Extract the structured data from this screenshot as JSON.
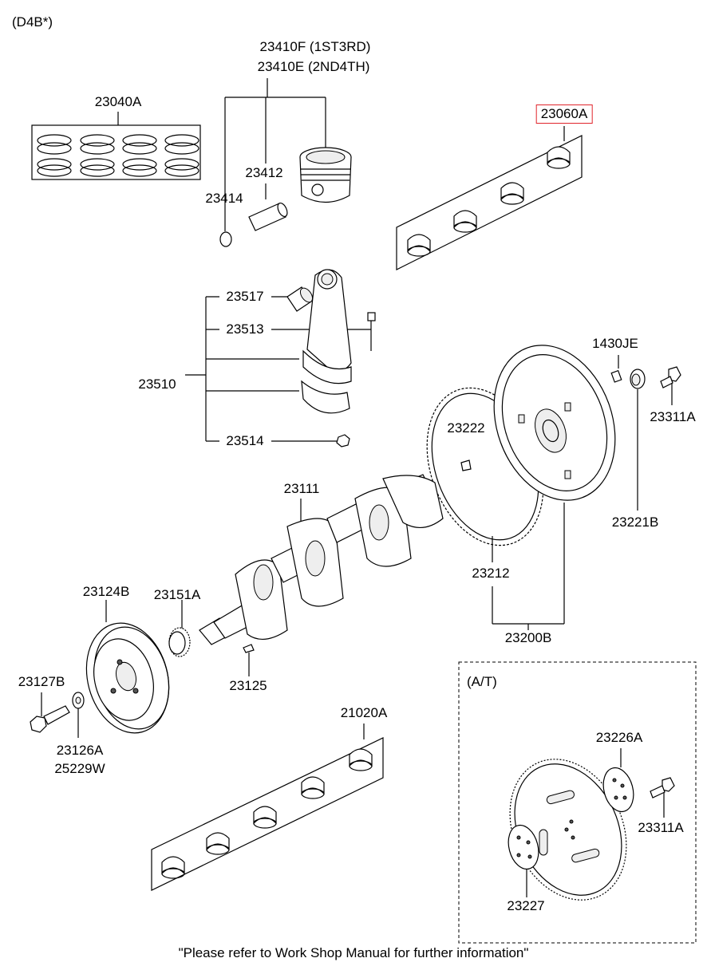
{
  "header": {
    "variant": "(D4B*)"
  },
  "labels": {
    "piston_a": "23410F (1ST3RD)",
    "piston_b": "23410E (2ND4TH)",
    "rings": "23040A",
    "main_bearing_upper": "23060A",
    "pin": "23412",
    "snap_ring": "23414",
    "rod_bushing": "23517",
    "rod_bolt": "23513",
    "rod_assy": "23510",
    "rod_nut": "23514",
    "pilot": "1430JE",
    "flywheel_bolt": "23311A",
    "dowel": "23222",
    "bush": "23221B",
    "crankshaft": "23111",
    "ring_gear": "23212",
    "flywheel_assy": "23200B",
    "pulley": "23124B",
    "sprocket": "23151A",
    "pulley_bolt": "23127B",
    "key": "23125",
    "washer_a": "23126A",
    "washer_b": "25229W",
    "main_bearing_lower": "21020A",
    "at_title": "(A/T)",
    "adapter_plate": "23226A",
    "drive_plate_bolt": "23311A",
    "spacer": "23227"
  },
  "highlight_color": "#e0242b",
  "footer": "\"Please refer to Work Shop Manual for further information\""
}
